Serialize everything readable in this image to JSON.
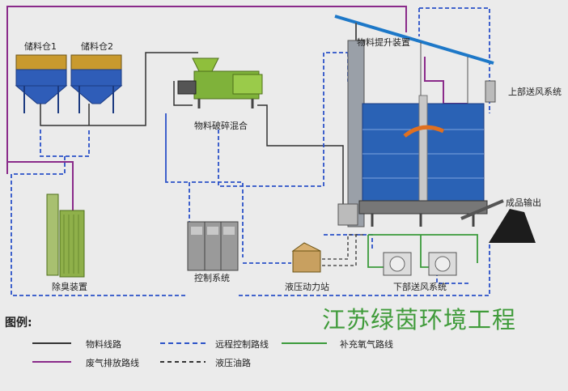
{
  "labels": {
    "bin1": "储料仓1",
    "bin2": "储料仓2",
    "crusher": "物料破碎混合",
    "lifter": "物料提升装置",
    "top_fan": "上部送风系统",
    "output": "成品输出",
    "deodor": "除臭装置",
    "control": "控制系统",
    "hydraulic": "液压动力站",
    "bottom_fan": "下部送风系统"
  },
  "brand": "江苏绿茵环境工程",
  "legend": {
    "title": "图例:",
    "items": [
      {
        "label": "物料线路",
        "color": "#333333",
        "style": "solid"
      },
      {
        "label": "远程控制路线",
        "color": "#2b52c8",
        "style": "dashed"
      },
      {
        "label": "补充氧气路线",
        "color": "#3b9b3b",
        "style": "solid"
      },
      {
        "label": "废气排放路线",
        "color": "#8a2a8a",
        "style": "solid"
      },
      {
        "label": "液压油路",
        "color": "#333333",
        "style": "dashed"
      }
    ]
  },
  "colors": {
    "material": "#333333",
    "control": "#2b52c8",
    "oxygen": "#3b9b3b",
    "exhaust": "#8a2a8a",
    "hydraulic": "#333333"
  }
}
